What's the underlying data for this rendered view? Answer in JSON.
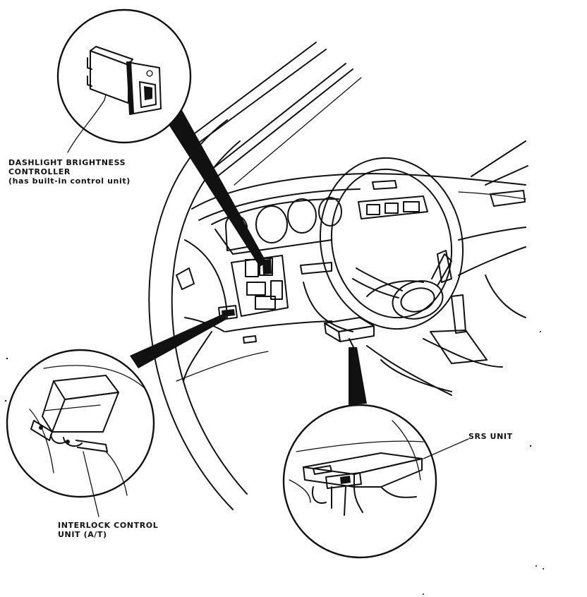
{
  "labels": {
    "dashlight_line1": "DASHLIGHT BRIGHTNESS",
    "dashlight_line2": "CONTROLLER",
    "dashlight_note": "(has built-in control unit)",
    "interlock_line1": "INTERLOCK CONTROL",
    "interlock_line2": "UNIT (A/T)",
    "srs": "SRS UNIT"
  },
  "colors": {
    "ink": "#111111",
    "paper": "#ffffff"
  }
}
